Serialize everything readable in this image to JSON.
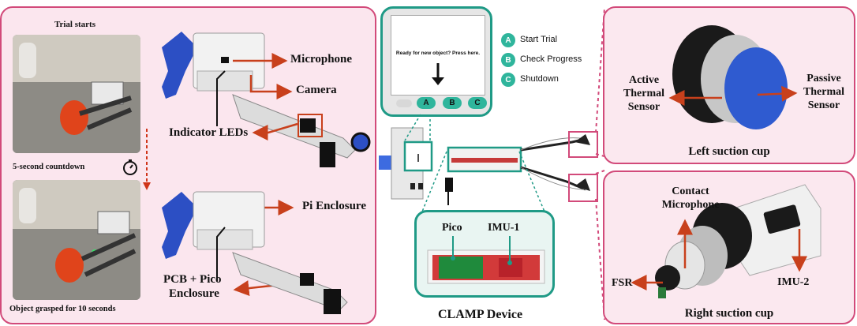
{
  "left_panel": {
    "trial_starts": "Trial starts",
    "countdown": "5-second countdown",
    "object_grasped": "Object grasped for 10 seconds",
    "microphone": "Microphone",
    "camera": "Camera",
    "indicator_leds": "Indicator LEDs",
    "pi_enclosure": "Pi Enclosure",
    "pcb_pico_line1": "PCB + Pico",
    "pcb_pico_line2": "Enclosure"
  },
  "screen": {
    "message": "Ready for new object? Press here.",
    "buttons": [
      "A",
      "B",
      "C"
    ]
  },
  "legend": [
    {
      "key": "A",
      "label": "Start Trial"
    },
    {
      "key": "B",
      "label": "Check Progress"
    },
    {
      "key": "C",
      "label": "Shutdown"
    }
  ],
  "center": {
    "pico": "Pico",
    "imu1": "IMU-1",
    "title": "CLAMP Device"
  },
  "right_top": {
    "active_line1": "Active",
    "active_line2": "Thermal",
    "active_line3": "Sensor",
    "passive_line1": "Passive",
    "passive_line2": "Thermal",
    "passive_line3": "Sensor",
    "title": "Left suction cup"
  },
  "right_bottom": {
    "contact_line1": "Contact",
    "contact_line2": "Microphone",
    "fsr": "FSR",
    "imu2": "IMU-2",
    "title": "Right suction cup"
  },
  "colors": {
    "pink_border": "#d24a7a",
    "pink_fill": "#fbe6ee",
    "teal": "#1f9a86",
    "arrow_red": "#c8401c",
    "gripper_blue": "#2c4fc4"
  }
}
